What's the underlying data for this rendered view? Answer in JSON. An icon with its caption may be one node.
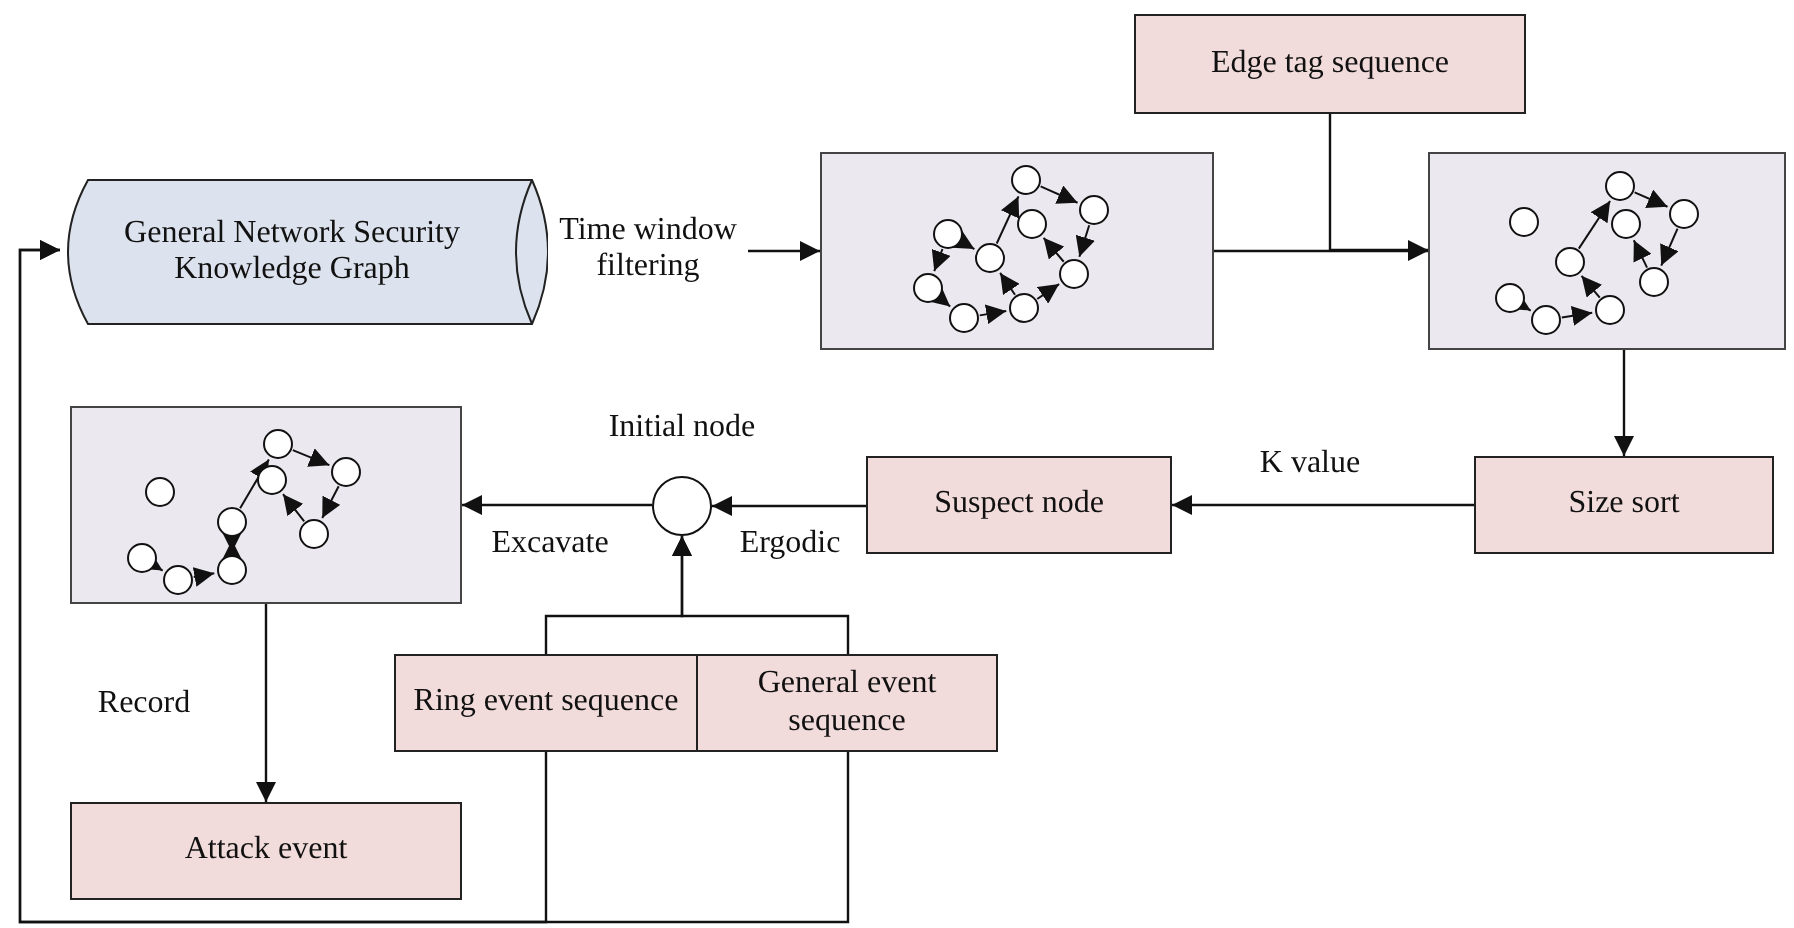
{
  "diagram": {
    "nodes": [
      {
        "text": [
          "General Network Security Knowledge Graph"
        ]
      },
      {
        "text": [],
        "shape": "box"
      },
      {
        "text": [
          "Edge tag sequence"
        ]
      },
      {
        "text": [],
        "shape": "box"
      },
      {
        "text": [
          "Size sort"
        ]
      },
      {
        "text": [
          "Suspect node"
        ]
      },
      {
        "text": [],
        "shape": "circle",
        "beside": [
          "Initial node"
        ]
      },
      {
        "text": [],
        "shape": "box"
      },
      {
        "text": [
          "Ring event sequence"
        ]
      },
      {
        "text": [
          "General event sequence"
        ]
      },
      {
        "text": [
          "Attack event"
        ]
      }
    ],
    "edges": [
      {
        "from": 0,
        "to": 1,
        "arrow": "to",
        "label": "Time window filtering"
      },
      {
        "from": 1,
        "to": 3,
        "arrow": "to"
      },
      {
        "from": 2,
        "to": 3,
        "arrow": "to"
      },
      {
        "from": 3,
        "to": 4,
        "arrow": "to"
      },
      {
        "from": 4,
        "to": 5,
        "arrow": "to",
        "label": "K value"
      },
      {
        "from": 5,
        "to": 6,
        "arrow": "to",
        "label": "Ergodic"
      },
      {
        "from": 6,
        "to": 7,
        "arrow": "to",
        "label": "Excavate"
      },
      {
        "from": 8,
        "to": 6,
        "arrow": "to"
      },
      {
        "from": 9,
        "to": 6,
        "arrow": "to"
      },
      {
        "from": 7,
        "to": 10,
        "arrow": "to",
        "label": "Record"
      },
      {
        "from": 8,
        "to": 0,
        "arrow": "to"
      },
      {
        "from": 9,
        "to": 0,
        "arrow": "to"
      }
    ]
  }
}
